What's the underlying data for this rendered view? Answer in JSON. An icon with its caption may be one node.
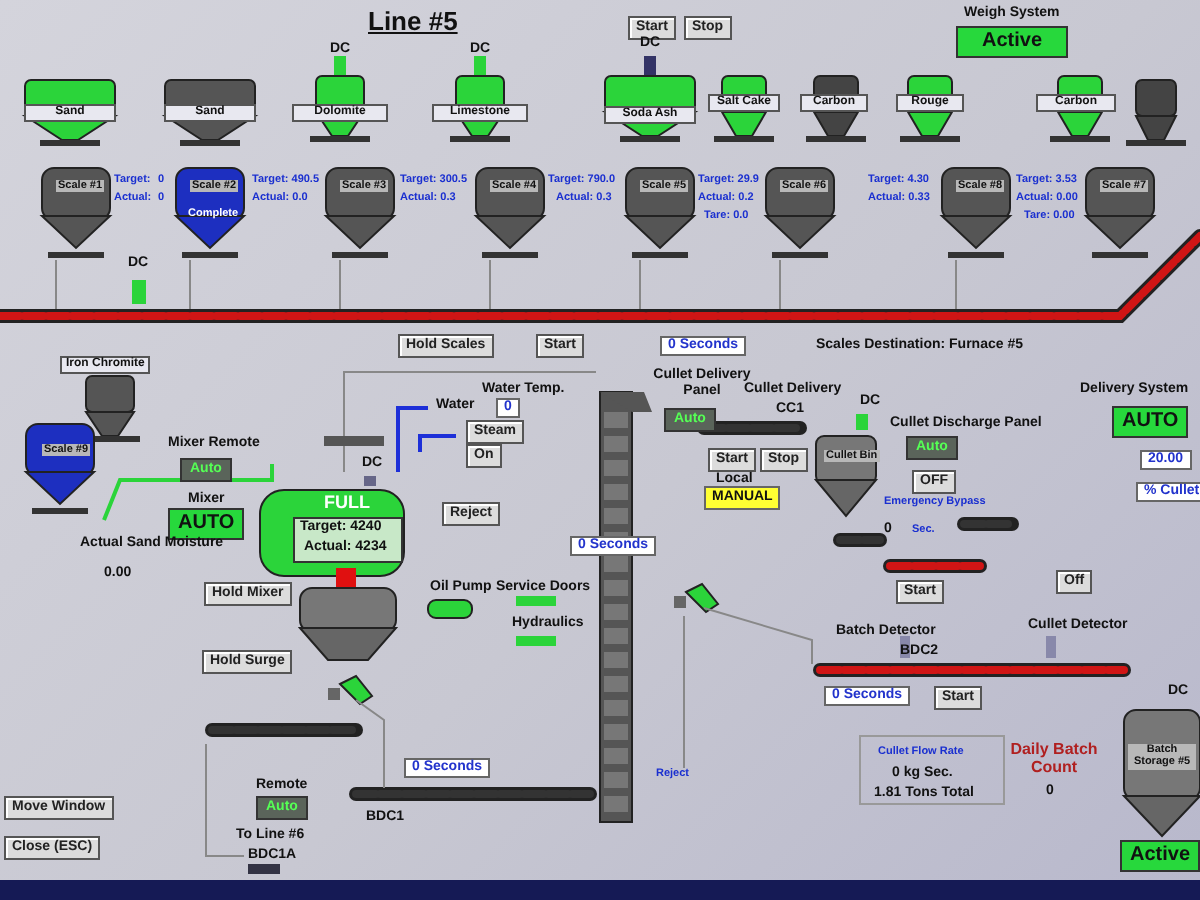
{
  "diagram": {
    "title": "Line #5",
    "labels": [
      "Start",
      "Stop",
      "Weigh System",
      "Active",
      "DC",
      "DC",
      "DC",
      "Sand",
      "Sand",
      "Dolomite",
      "Limestone",
      "Soda Ash",
      "Salt Cake",
      "Carbon",
      "Rouge",
      "Carbon",
      "Scale #1",
      "Scale #2",
      "Complete",
      "Scale #3",
      "Scale #4",
      "Scale #5",
      "Scale #6",
      "Scale #8",
      "Scale #7",
      "Target:",
      "Actual:",
      "0",
      "0",
      "Target: 490.5",
      "Actual: 0.0",
      "Target: 300.5",
      "Actual: 0.3",
      "Target: 790.0",
      "Actual: 0.3",
      "Target: 29.9",
      "Actual: 0.2",
      "Tare: 0.0",
      "Target: 4.30",
      "Actual: 0.33",
      "Target: 3.53",
      "Actual: 0.00",
      "Tare: 0.00",
      "DC",
      "Hold Scales",
      "Start",
      "0 Seconds",
      "Scales Destination: Furnace #5",
      "Iron Chromite",
      "Scale #9",
      "Mixer Remote",
      "Auto",
      "Mixer",
      "AUTO",
      "Actual Sand Moisture",
      "0.00",
      "Water Temp.",
      "Water",
      "0",
      "Steam",
      "On",
      "DC",
      "FULL",
      "Target: 4240",
      "Actual: 4234",
      "Reject",
      "Hold Mixer",
      "Oil Pump",
      "Service Doors",
      "Hydraulics",
      "Hold Surge",
      "0 Seconds",
      "Cullet Delivery Panel",
      "Auto",
      "CC1",
      "Start",
      "Stop",
      "Local",
      "MANUAL",
      "Cullet Delivery",
      "DC",
      "Cullet Bin",
      "Cullet Discharge Panel",
      "Auto",
      "OFF",
      "Emergency Bypass",
      "0",
      "Sec.",
      "Start",
      "Delivery System",
      "AUTO",
      "20.00",
      "% Cullet",
      "Off",
      "Batch Detector",
      "BDC2",
      "Cullet Detector",
      "0 Seconds",
      "Start",
      "Reject",
      "Cullet Flow Rate",
      "0 kg Sec.",
      "1.81 Tons Total",
      "Daily Batch Count",
      "0",
      "Batch Storage #5",
      "DC",
      "Active",
      "Remote",
      "Auto",
      "To Line #6",
      "BDC1A",
      "0 Seconds",
      "BDC1",
      "Move Window",
      "Close (ESC)"
    ]
  }
}
